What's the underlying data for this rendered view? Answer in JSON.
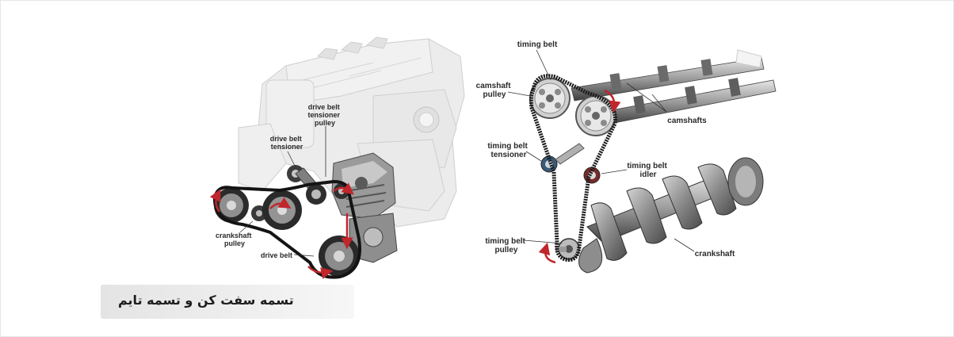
{
  "left_engine": {
    "labels": {
      "drive_belt_tensioner_pulley": [
        "drive belt",
        "tensioner",
        "pulley"
      ],
      "drive_belt_tensioner": [
        "drive belt",
        "tensioner"
      ],
      "crankshaft_pulley": [
        "crankshaft",
        "pulley"
      ],
      "drive_belt": "drive belt"
    }
  },
  "right_engine": {
    "labels": {
      "timing_belt": "timing belt",
      "camshaft_pulley": [
        "camshaft",
        "pulley"
      ],
      "camshafts": "camshafts",
      "timing_belt_tensioner": [
        "timing belt",
        "tensioner"
      ],
      "timing_belt_idler": [
        "timing belt",
        "idler"
      ],
      "timing_belt_pulley": [
        "timing belt",
        "pulley"
      ],
      "crankshaft": "crankshaft"
    }
  },
  "caption": "تسمه سفت کن و تسمه تایم",
  "colors": {
    "rotation_arrow": "#c0262b",
    "belt": "#1a1a1a",
    "engine_ghost": "#e2e2e2",
    "metal": "#8c8c8c",
    "caption_bg": "#e9e9e9"
  }
}
